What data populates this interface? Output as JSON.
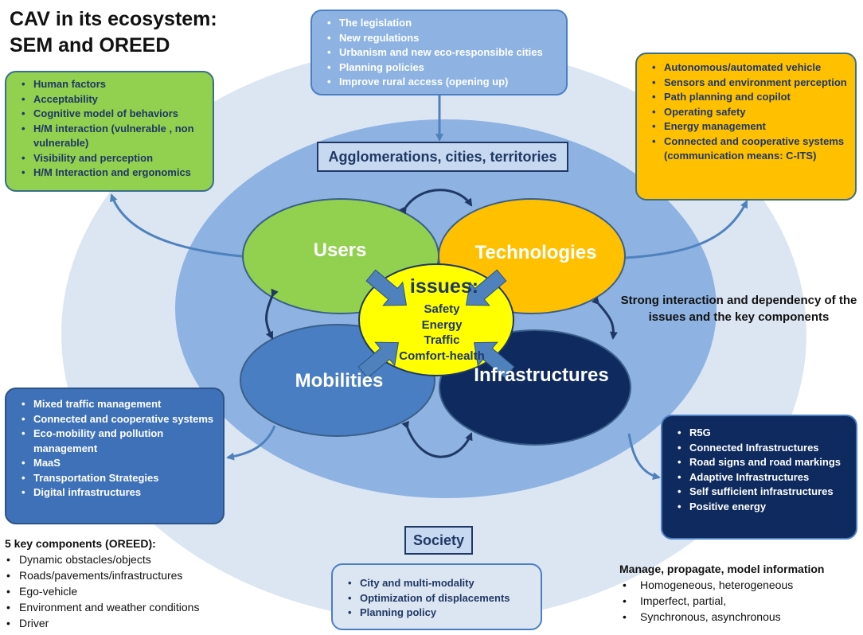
{
  "title": [
    "CAV in its ecosystem:",
    "SEM and OREED"
  ],
  "legislation_box": {
    "items": [
      "The legislation",
      "New regulations",
      "Urbanism and new eco-responsible cities",
      "Planning policies",
      "Improve rural access  (opening up)"
    ]
  },
  "users_box": {
    "items": [
      "Human factors",
      "Acceptability",
      "Cognitive model of behaviors",
      "H/M interaction (vulnerable , non vulnerable)",
      "Visibility and perception",
      "H/M Interaction and ergonomics"
    ]
  },
  "technologies_box": {
    "items": [
      "Autonomous/automated vehicle",
      "Sensors and environment perception",
      "Path planning and copilot",
      "Operating safety",
      "Energy management",
      "Connected and cooperative systems (communication means: C-ITS)"
    ]
  },
  "mobilities_box": {
    "items": [
      "Mixed traffic management",
      "Connected and cooperative systems",
      "Eco-mobility and pollution management",
      "MaaS",
      "Transportation Strategies",
      "Digital infrastructures"
    ]
  },
  "infrastructures_box": {
    "items": [
      "R5G",
      "Connected Infrastructures",
      "Road signs and road markings",
      "Adaptive Infrastructures",
      "Self sufficient infrastructures",
      "Positive energy"
    ]
  },
  "society_box": {
    "items": [
      "City and multi-modality",
      "Optimization of displacements",
      "Planning policy"
    ]
  },
  "agglomerations_label": "Agglomerations, cities, territories",
  "society_label": "Society",
  "nodes": {
    "users": "Users",
    "technologies": "Technologies",
    "mobilities": "Mobilities",
    "infrastructures": "Infrastructures"
  },
  "issues": {
    "title": "issues:",
    "items": [
      "Safety",
      "Energy",
      "Traffic",
      "Comfort-health"
    ]
  },
  "interaction_note": "Strong interaction and dependency of the issues and the key components",
  "oreed": {
    "heading": "5 key components (OREED):",
    "items": [
      "Dynamic obstacles/objects",
      "Roads/pavements/infrastructures",
      "Ego-vehicle",
      "Environment and weather conditions",
      "Driver"
    ]
  },
  "manage": {
    "heading": "Manage, propagate, model information",
    "items": [
      "Homogeneous, heterogeneous",
      "Imperfect, partial,",
      "Synchronous, asynchronous"
    ]
  },
  "colors": {
    "outer_ellipse": "#dce6f2",
    "middle_ellipse": "#8eb3e3",
    "users": "#92d050",
    "technologies": "#ffc000",
    "mobilities": "#4a7ec2",
    "infrastructures": "#0e2a5e",
    "issues": "#ffff00",
    "arrows": "#3a75c4",
    "connector": "#5f8fc9"
  }
}
